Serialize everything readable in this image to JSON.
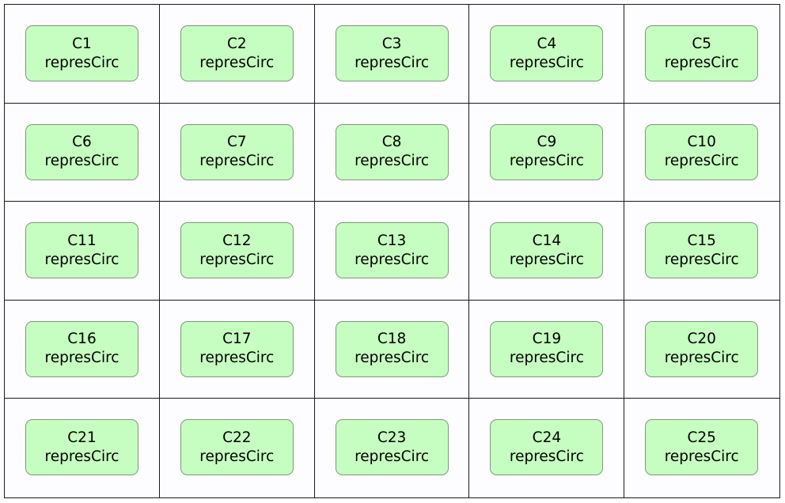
{
  "diagram": {
    "colors": {
      "node_fill": "#c6fdc0",
      "node_border": "#7f9a7b",
      "cell_background": "#fdfcfe",
      "grid_line": "#1a1a1a"
    },
    "nodes": [
      {
        "name": "C1",
        "type": "represCirc"
      },
      {
        "name": "C2",
        "type": "represCirc"
      },
      {
        "name": "C3",
        "type": "represCirc"
      },
      {
        "name": "C4",
        "type": "represCirc"
      },
      {
        "name": "C5",
        "type": "represCirc"
      },
      {
        "name": "C6",
        "type": "represCirc"
      },
      {
        "name": "C7",
        "type": "represCirc"
      },
      {
        "name": "C8",
        "type": "represCirc"
      },
      {
        "name": "C9",
        "type": "represCirc"
      },
      {
        "name": "C10",
        "type": "represCirc"
      },
      {
        "name": "C11",
        "type": "represCirc"
      },
      {
        "name": "C12",
        "type": "represCirc"
      },
      {
        "name": "C13",
        "type": "represCirc"
      },
      {
        "name": "C14",
        "type": "represCirc"
      },
      {
        "name": "C15",
        "type": "represCirc"
      },
      {
        "name": "C16",
        "type": "represCirc"
      },
      {
        "name": "C17",
        "type": "represCirc"
      },
      {
        "name": "C18",
        "type": "represCirc"
      },
      {
        "name": "C19",
        "type": "represCirc"
      },
      {
        "name": "C20",
        "type": "represCirc"
      },
      {
        "name": "C21",
        "type": "represCirc"
      },
      {
        "name": "C22",
        "type": "represCirc"
      },
      {
        "name": "C23",
        "type": "represCirc"
      },
      {
        "name": "C24",
        "type": "represCirc"
      },
      {
        "name": "C25",
        "type": "represCirc"
      }
    ]
  }
}
